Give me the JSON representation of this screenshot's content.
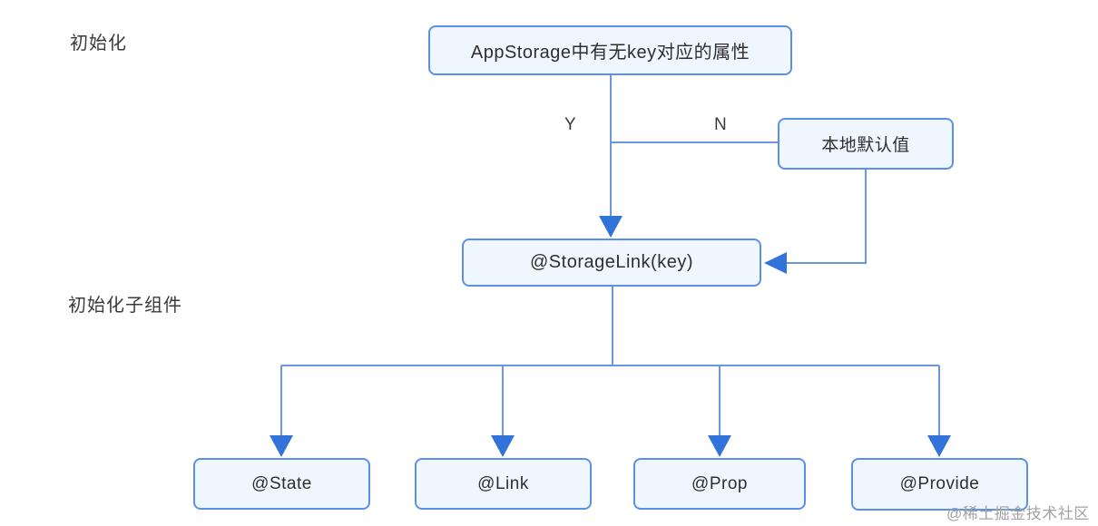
{
  "diagram": {
    "labels": {
      "init": "初始化",
      "init_child": "初始化子组件",
      "branch_yes": "Y",
      "branch_no": "N",
      "watermark": "@稀土掘金技术社区"
    },
    "nodes": {
      "condition": "AppStorage中有无key对应的属性",
      "local_default": "本地默认值",
      "storage_link": "@StorageLink(key)",
      "decorators": [
        "@State",
        "@Link",
        "@Prop",
        "@Provide"
      ]
    },
    "colors": {
      "node_border": "#5b90ea",
      "node_fill": "#eff6fd",
      "connector": "#6b97e0",
      "arrow": "#3273d9",
      "text": "#2f2f2f",
      "label": "#3b3b3b",
      "watermark": "#a3a3a3"
    }
  }
}
